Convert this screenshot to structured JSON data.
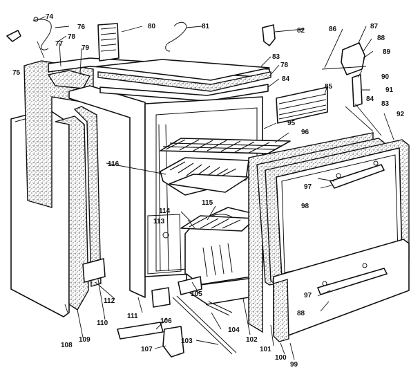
{
  "diagram": {
    "callouts": [
      {
        "id": "74",
        "text": "74"
      },
      {
        "id": "76",
        "text": "76"
      },
      {
        "id": "78a",
        "text": "78"
      },
      {
        "id": "80",
        "text": "80"
      },
      {
        "id": "81",
        "text": "81"
      },
      {
        "id": "82",
        "text": "82"
      },
      {
        "id": "86",
        "text": "86"
      },
      {
        "id": "87",
        "text": "87"
      },
      {
        "id": "88a",
        "text": "88"
      },
      {
        "id": "89",
        "text": "89"
      },
      {
        "id": "75",
        "text": "75"
      },
      {
        "id": "77",
        "text": "77"
      },
      {
        "id": "79",
        "text": "79"
      },
      {
        "id": "83a",
        "text": "83"
      },
      {
        "id": "78b",
        "text": "78"
      },
      {
        "id": "84a",
        "text": "84"
      },
      {
        "id": "85",
        "text": "85"
      },
      {
        "id": "90",
        "text": "90"
      },
      {
        "id": "91",
        "text": "91"
      },
      {
        "id": "84b",
        "text": "84"
      },
      {
        "id": "83b",
        "text": "83"
      },
      {
        "id": "92",
        "text": "92"
      },
      {
        "id": "95",
        "text": "95"
      },
      {
        "id": "96",
        "text": "96"
      },
      {
        "id": "116",
        "text": "116"
      },
      {
        "id": "97a",
        "text": "97"
      },
      {
        "id": "98",
        "text": "98"
      },
      {
        "id": "115",
        "text": "115"
      },
      {
        "id": "114",
        "text": "114"
      },
      {
        "id": "113",
        "text": "113"
      },
      {
        "id": "97b",
        "text": "97"
      },
      {
        "id": "88b",
        "text": "88"
      },
      {
        "id": "105",
        "text": "105"
      },
      {
        "id": "112",
        "text": "112"
      },
      {
        "id": "110",
        "text": "110"
      },
      {
        "id": "111",
        "text": "111"
      },
      {
        "id": "106",
        "text": "106"
      },
      {
        "id": "104",
        "text": "104"
      },
      {
        "id": "108",
        "text": "108"
      },
      {
        "id": "109",
        "text": "109"
      },
      {
        "id": "102",
        "text": "102"
      },
      {
        "id": "101",
        "text": "101"
      },
      {
        "id": "100",
        "text": "100"
      },
      {
        "id": "99",
        "text": "99"
      },
      {
        "id": "103",
        "text": "103"
      },
      {
        "id": "107",
        "text": "107"
      }
    ]
  }
}
